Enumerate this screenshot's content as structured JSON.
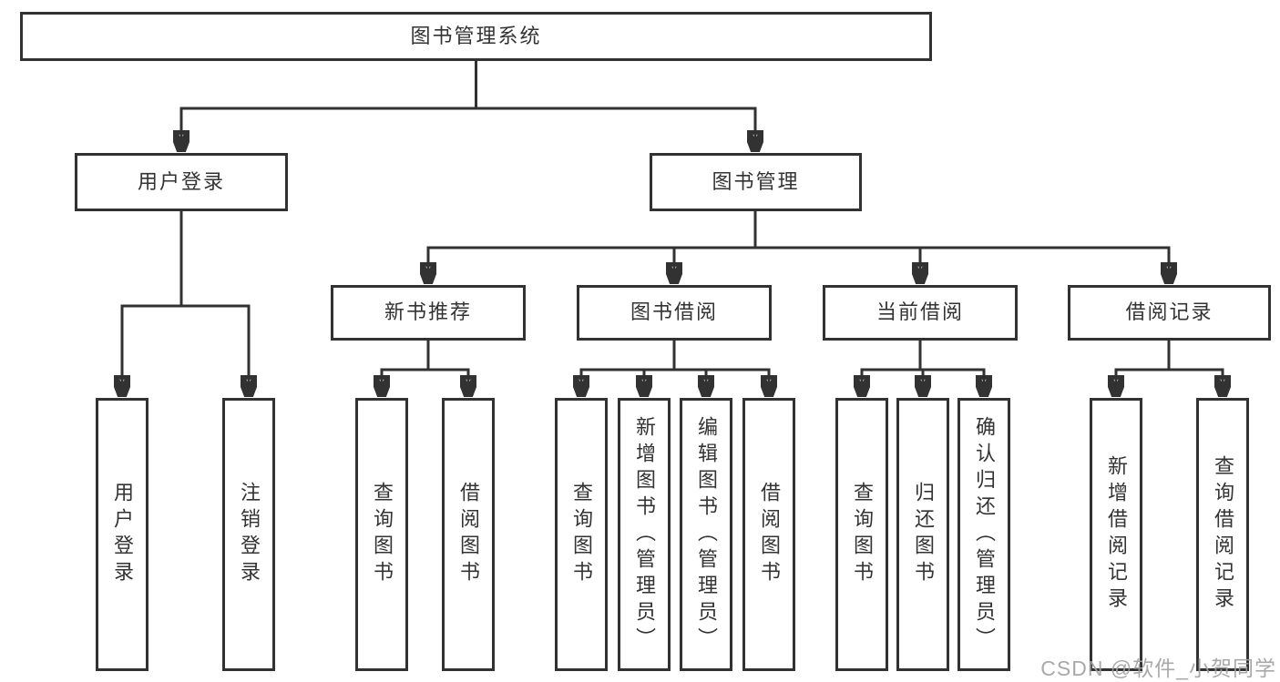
{
  "root": {
    "label": "图书管理系统"
  },
  "branches": {
    "user_login": {
      "label": "用户登录",
      "children": {
        "login": "用户登录",
        "logout": "注销登录"
      }
    },
    "book_mgmt": {
      "label": "图书管理",
      "sections": {
        "new_book": {
          "label": "新书推荐",
          "children": {
            "query": "查询图书",
            "borrow": "借阅图书"
          }
        },
        "borrowing": {
          "label": "图书借阅",
          "children": {
            "query": "查询图书",
            "add": "新增图书（管理员）",
            "edit": "编辑图书（管理员）",
            "borrow": "借阅图书"
          }
        },
        "current": {
          "label": "当前借阅",
          "children": {
            "query": "查询图书",
            "return": "归还图书",
            "confirm": "确认归还（管理员）"
          }
        },
        "records": {
          "label": "借阅记录",
          "children": {
            "add": "新增借阅记录",
            "query": "查询借阅记录"
          }
        }
      }
    }
  },
  "watermark": "CSDN @软件_小贺同学",
  "colors": {
    "line": "#323232",
    "text": "#333333",
    "watermark": "#a0a0a0",
    "background": "#ffffff"
  }
}
